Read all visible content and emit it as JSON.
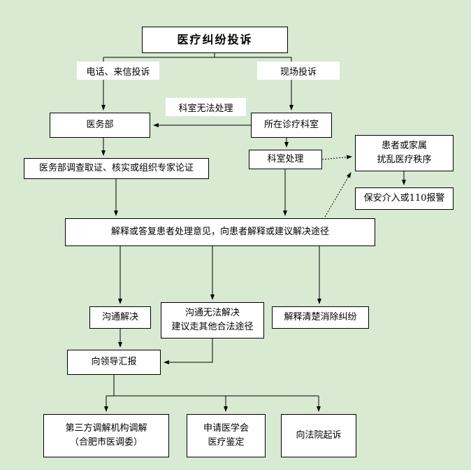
{
  "colors": {
    "background": "#d9ead3",
    "box_background": "#ffffff",
    "border": "#000000",
    "line": "#000000"
  },
  "flowchart": {
    "title": "医疗纠纷投诉",
    "nodes": {
      "phone": "电话、来信投诉",
      "onsite": "现场投诉",
      "cannot_handle": "科室无法处理",
      "medical_affairs": "医务部",
      "treatment_dept": "所在诊疗科室",
      "dept_handle": "科室处理",
      "disrupt": [
        "患者或家属",
        "扰乱医疗秩序"
      ],
      "security": "保安介入或110报警",
      "investigate": "医务部调查取证、核实或组织专家论证",
      "explain": "解释或答复患者处理意见，向患者解释或建议解决途径",
      "resolved": "沟通解决",
      "failed": [
        "沟通无法解决",
        "建议走其他合法途径"
      ],
      "clear": "解释清楚消除纠纷",
      "report": "向领导汇报",
      "third_party": [
        "第三方调解机构调解",
        "（合肥市医调委）"
      ],
      "appraisal": [
        "申请医学会",
        "医疗鉴定"
      ],
      "court": "向法院起诉"
    },
    "edges": [
      {
        "from": "title",
        "to": "medical_affairs",
        "via_label": "phone",
        "style": "solid"
      },
      {
        "from": "title",
        "to": "treatment_dept",
        "via_label": "onsite",
        "style": "solid"
      },
      {
        "from": "treatment_dept",
        "to": "medical_affairs",
        "via_label": "cannot_handle",
        "style": "solid"
      },
      {
        "from": "medical_affairs",
        "to": "investigate",
        "style": "solid"
      },
      {
        "from": "treatment_dept",
        "to": "dept_handle",
        "style": "solid"
      },
      {
        "from": "dept_handle",
        "to": "disrupt",
        "style": "dotted"
      },
      {
        "from": "explain",
        "to": "disrupt",
        "style": "dotted"
      },
      {
        "from": "disrupt",
        "to": "security",
        "style": "solid"
      },
      {
        "from": "investigate",
        "to": "explain",
        "style": "solid"
      },
      {
        "from": "dept_handle",
        "to": "explain",
        "style": "solid"
      },
      {
        "from": "explain",
        "to": "resolved",
        "style": "solid"
      },
      {
        "from": "explain",
        "to": "failed",
        "style": "solid"
      },
      {
        "from": "explain",
        "to": "clear",
        "style": "solid"
      },
      {
        "from": "resolved",
        "to": "report",
        "style": "solid"
      },
      {
        "from": "failed",
        "to": "report",
        "style": "solid"
      },
      {
        "from": "report",
        "to": "third_party",
        "style": "solid"
      },
      {
        "from": "report",
        "to": "appraisal",
        "style": "solid"
      },
      {
        "from": "report",
        "to": "court",
        "style": "solid"
      }
    ]
  }
}
